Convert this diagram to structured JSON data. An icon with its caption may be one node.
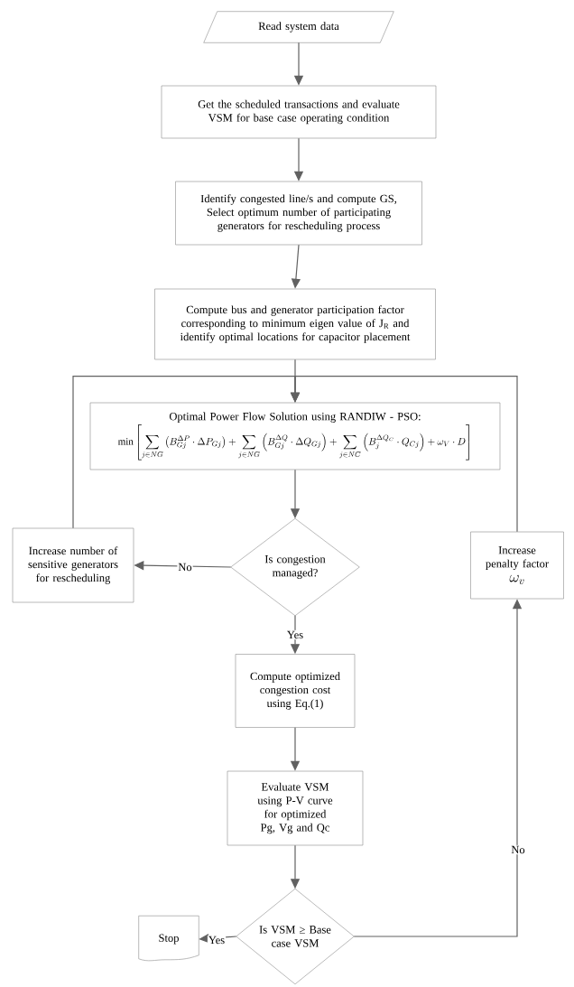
{
  "diagram": {
    "nodes": [
      {
        "text": [
          "Read system data"
        ]
      },
      {
        "text": [
          "Get the scheduled transactions and evaluate VSM for base case operating condition"
        ]
      },
      {
        "text": [
          "Identify congested line/s and compute GS, Select optimum number of participating generators for rescheduling process"
        ]
      },
      {
        "text": [
          "Compute bus and generator participation factor corresponding to minimum eigen value of J$_{R}$ and identify optimal locations for capacitor placement"
        ]
      },
      {
        "text": [
          "Optimal Power Flow Solution using RANDIW - PSO:",
          "\\min\\left[\\sum_{j\\in NG}\\left(B_{Gj}^{\\Delta P}\\cdot\\Delta P_{Gj}\\right)+\\sum_{j\\in NG}\\left(B_{Gj}^{\\Delta Q}\\cdot\\Delta Q_{Gj}\\right)+\\sum_{j\\in NC}\\left(B_{j}^{\\Delta Q_{C}}\\cdot Q_{Cj}\\right)+\\omega_{V}\\cdot D\\right]"
        ]
      },
      {
        "text": [
          "Is congestion managed?"
        ]
      },
      {
        "text": [
          "Increase number of sensitive generators for rescheduling"
        ]
      },
      {
        "text": [
          "Increase penalty factor",
          "\\omega_{v}"
        ]
      },
      {
        "text": [
          "Compute optimized congestion cost using Eq.(1)"
        ]
      },
      {
        "text": [
          "Evaluate VSM using P-V curve for optimized Pg, Vg and Qc"
        ]
      },
      {
        "text": [
          "Is VSM ≥ Base case VSM"
        ]
      },
      {
        "text": [
          "Stop"
        ]
      }
    ],
    "edges": [
      {
        "from": 0,
        "to": 1,
        "arrow": "to"
      },
      {
        "from": 1,
        "to": 2,
        "arrow": "to"
      },
      {
        "from": 2,
        "to": 3,
        "arrow": "to"
      },
      {
        "from": 3,
        "to": 4,
        "arrow": "to"
      },
      {
        "from": 4,
        "to": 5,
        "arrow": "to"
      },
      {
        "from": 5,
        "to": 6,
        "arrow": "to",
        "label": "No"
      },
      {
        "from": 6,
        "to": 4,
        "arrow": "to"
      },
      {
        "from": 5,
        "to": 8,
        "arrow": "to",
        "label": "Yes"
      },
      {
        "from": 8,
        "to": 9,
        "arrow": "to"
      },
      {
        "from": 9,
        "to": 10,
        "arrow": "to"
      },
      {
        "from": 10,
        "to": 11,
        "arrow": "to",
        "label": "Yes"
      },
      {
        "from": 10,
        "to": 7,
        "arrow": "to",
        "label": "No"
      },
      {
        "from": 7,
        "to": 4,
        "arrow": "to"
      }
    ]
  }
}
